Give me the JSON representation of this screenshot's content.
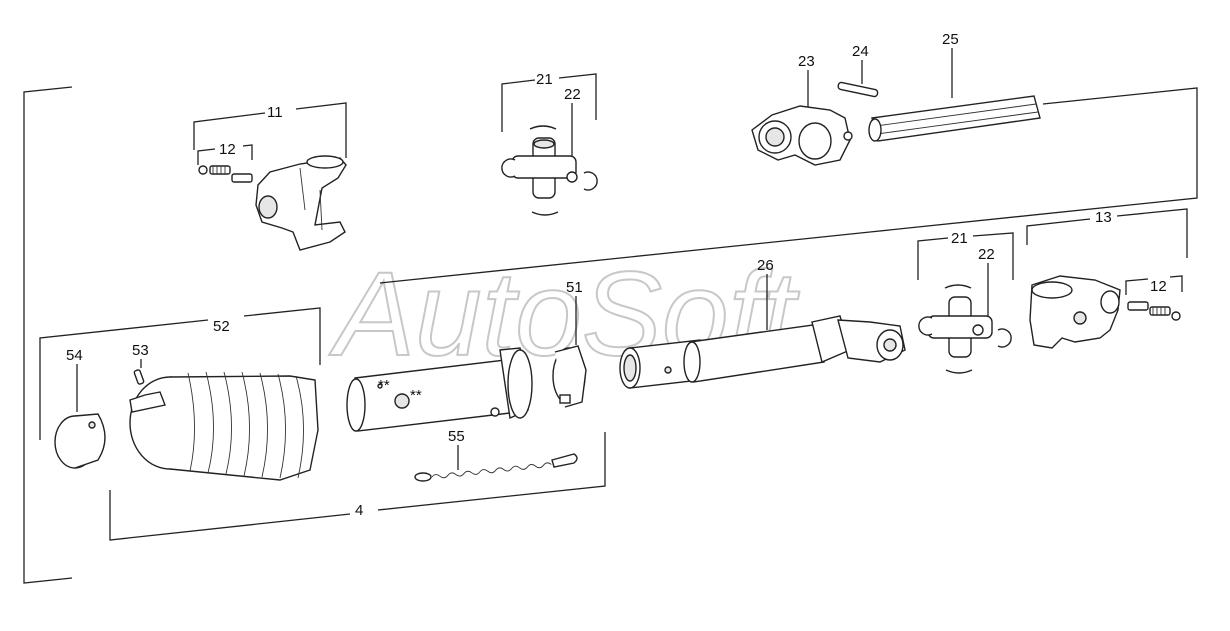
{
  "watermark": "AutoSoft",
  "callouts": {
    "c11": "11",
    "c12a": "12",
    "c21a": "21",
    "c22a": "22",
    "c23": "23",
    "c24": "24",
    "c25": "25",
    "c26": "26",
    "c21b": "21",
    "c22b": "22",
    "c13": "13",
    "c12b": "12",
    "c52": "52",
    "c53": "53",
    "c54": "54",
    "c51": "51",
    "c55": "55",
    "c4": "4"
  },
  "marks": {
    "star1": "**",
    "star2": "**"
  }
}
